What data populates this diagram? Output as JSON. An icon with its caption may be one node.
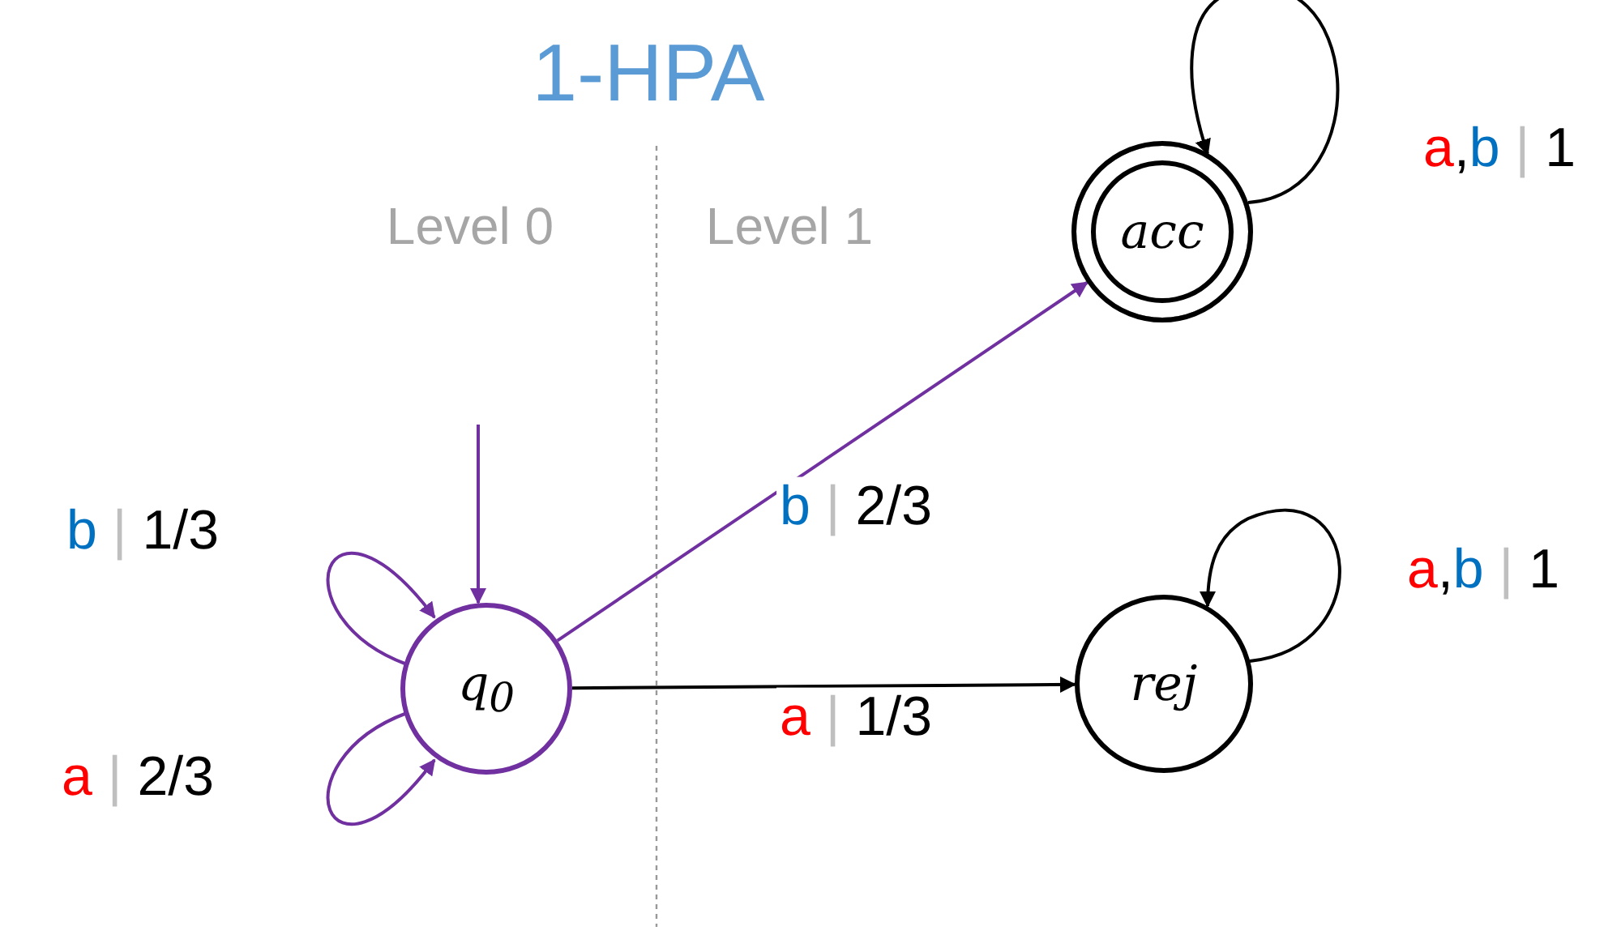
{
  "diagram": {
    "title": "1-HPA",
    "nodes": [
      {
        "text": [
          "q$_{0}$"
        ]
      },
      {
        "text": [
          "acc"
        ]
      },
      {
        "text": [
          "rej"
        ]
      }
    ],
    "edges": [
      {
        "from": null,
        "to": 0,
        "arrow": "to",
        "color": "#7030a0"
      },
      {
        "from": 0,
        "to": 0,
        "arrow": "to",
        "label": "b | 1/3",
        "color": "#7030a0"
      },
      {
        "from": 0,
        "to": 0,
        "arrow": "to",
        "label": "a | 2/3",
        "color": "#7030a0"
      },
      {
        "from": 0,
        "to": 1,
        "arrow": "to",
        "label": "b | 2/3",
        "color": "#7030a0"
      },
      {
        "from": 0,
        "to": 2,
        "arrow": "to",
        "label": "a | 1/3",
        "color": "#000000"
      },
      {
        "from": 1,
        "to": 1,
        "arrow": "to",
        "label": "a,b | 1",
        "color": "#000000"
      },
      {
        "from": 2,
        "to": 2,
        "arrow": "to",
        "label": "a,b | 1",
        "color": "#000000"
      }
    ],
    "labels": [
      "Level 0",
      "Level 1"
    ]
  }
}
